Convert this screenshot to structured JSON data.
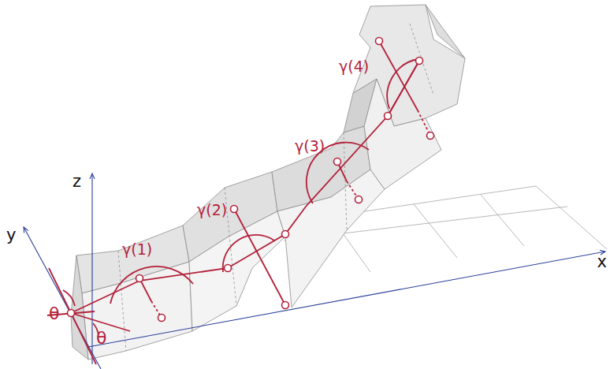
{
  "diagram": {
    "labels": [
      "z",
      "y",
      "x",
      "θ",
      "θ",
      "γ(1)",
      "γ(2)",
      "γ(3)",
      "γ(4)"
    ]
  }
}
